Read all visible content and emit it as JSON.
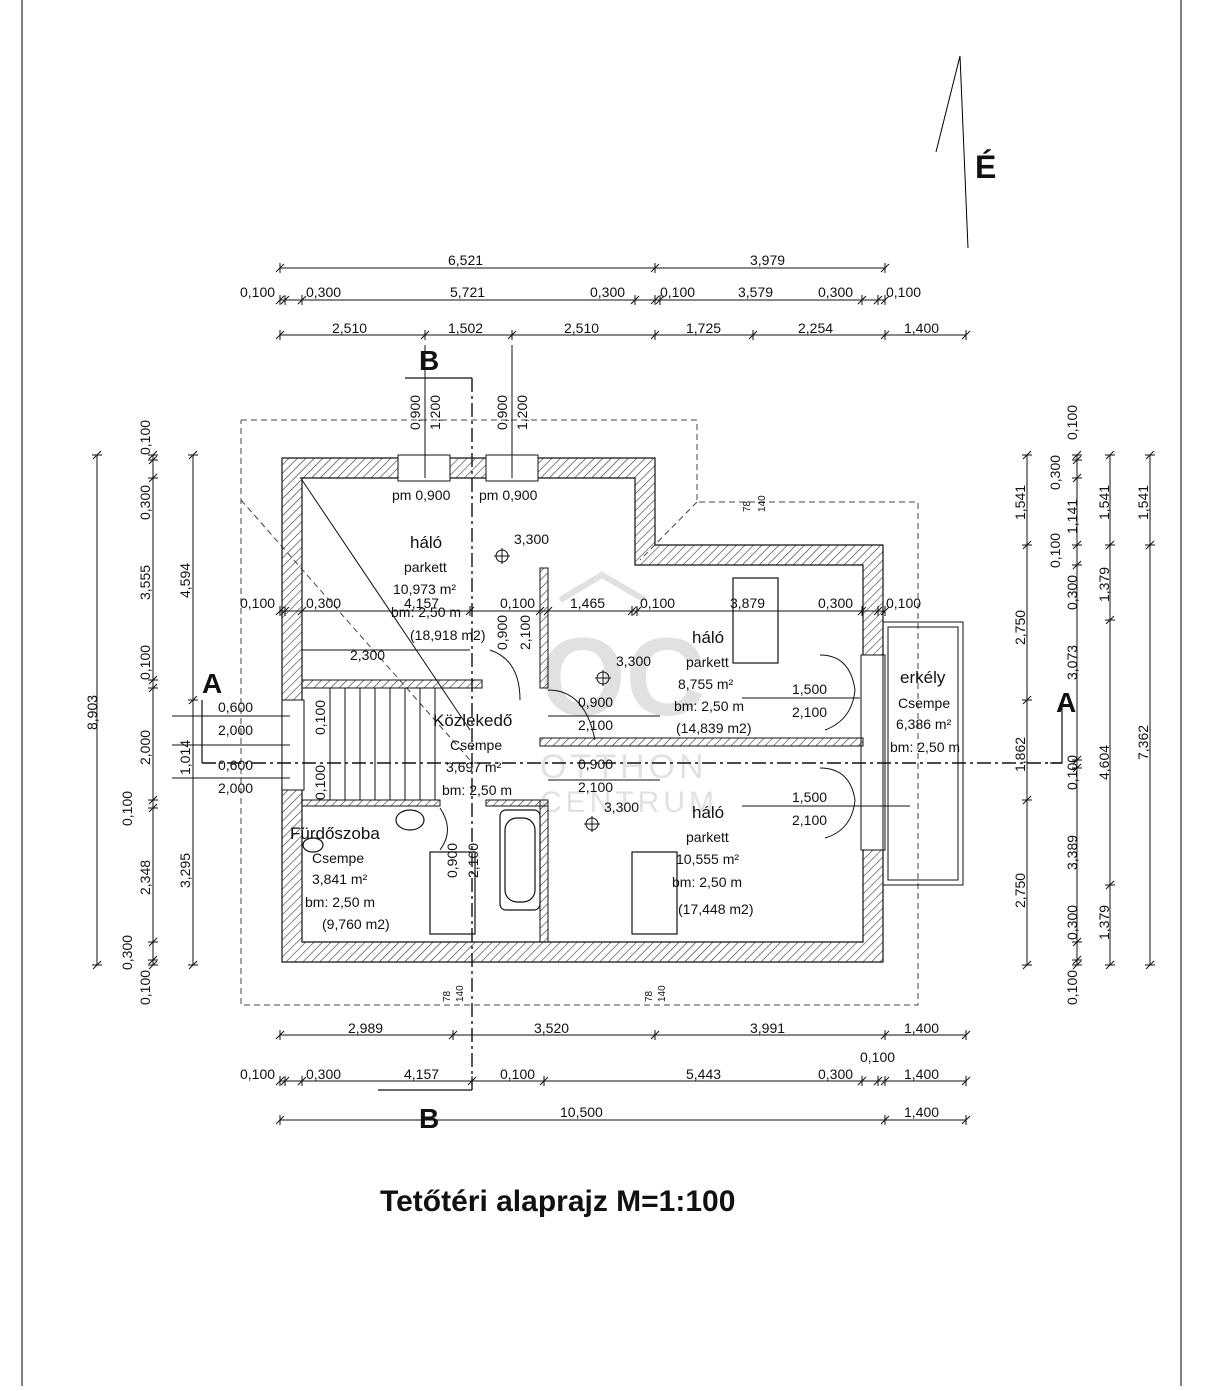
{
  "title": "Tetőtéri alaprajz M=1:100",
  "north_label": "É",
  "section_labels": {
    "a_left": "A",
    "a_right": "A",
    "b_top": "B",
    "b_bottom": "B"
  },
  "watermark": {
    "logo": "OC",
    "line1": "OTTHON",
    "line2": "CENTRUM"
  },
  "rooms": {
    "halo1": {
      "name": "háló",
      "floor": "parkett",
      "area": "10,973 m²",
      "height": "bm: 2,50 m",
      "perimeter": "(18,918 m2)"
    },
    "halo2": {
      "name": "háló",
      "floor": "parkett",
      "area": "8,755 m²",
      "height": "bm: 2,50 m",
      "perimeter": "(14,839 m2)"
    },
    "halo3": {
      "name": "háló",
      "floor": "parkett",
      "area": "10,555 m²",
      "height": "bm: 2,50 m",
      "perimeter": "(17,448 m2)"
    },
    "erkely": {
      "name": "erkély",
      "floor": "Csempe",
      "area": "6,386 m²",
      "height": "bm: 2,50 m"
    },
    "kozlekedo": {
      "name": "Közlekedő",
      "floor": "Csempe",
      "area": "3,697 m²",
      "height": "bm: 2,50 m"
    },
    "furdo": {
      "name": "Fürdőszoba",
      "floor": "Csempe",
      "area": "3,841 m²",
      "height": "bm: 2,50 m",
      "perimeter": "(9,760 m2)"
    }
  },
  "dims_top": {
    "r1": [
      "6,521",
      "3,979"
    ],
    "r2": [
      "0,100",
      "0,300",
      "5,721",
      "0,300",
      "0,100",
      "3,579",
      "0,300",
      "0,100"
    ],
    "r3": [
      "2,510",
      "1,502",
      "2,510",
      "1,725",
      "2,254",
      "1,400"
    ]
  },
  "dims_bottom": {
    "r1": [
      "2,989",
      "3,520",
      "3,991",
      "1,400"
    ],
    "r2": [
      "0,100",
      "0,300",
      "4,157",
      "0,100",
      "5,443",
      "0,300",
      "0,100",
      "1,400"
    ],
    "r3": [
      "10,500",
      "1,400"
    ]
  },
  "dims_left": [
    "8,903",
    "4,594",
    "3,295",
    "0,100",
    "3,555",
    "0,300",
    "0,100",
    "2,000",
    "0,100",
    "2,348",
    "0,300",
    "0,100",
    "1,014"
  ],
  "dims_right": [
    "1,541",
    "2,750",
    "1,862",
    "2,750",
    "0,100",
    "0,300",
    "1,141",
    "0,100",
    "0,300",
    "3,073",
    "0,100",
    "3,389",
    "0,300",
    "0,100",
    "1,541",
    "1,379",
    "4,604",
    "1,379",
    "1,541",
    "7,362"
  ],
  "interior_dims": {
    "row": [
      "0,100",
      "0,300",
      "4,157",
      "0,100",
      "1,465",
      "0,100",
      "3,879",
      "0,300",
      "0,100"
    ],
    "window_top": [
      "0,900",
      "1,200",
      "0,900",
      "1,200",
      "pm 0,900",
      "pm 0,900"
    ],
    "stair_openings": [
      "0,600",
      "2,000",
      "0,600",
      "2,000",
      "2,300"
    ],
    "doors": [
      "0,900",
      "2,100",
      "0,900",
      "2,100",
      "0,900",
      "2,100",
      "0,900",
      "2,100",
      "1,500",
      "2,100",
      "1,500",
      "2,100"
    ],
    "levels": [
      "3,300",
      "3,300",
      "3,300"
    ],
    "beds": [
      "78",
      "140",
      "78",
      "140",
      "78",
      "140"
    ],
    "misc": [
      "0,100",
      "0,100"
    ]
  }
}
